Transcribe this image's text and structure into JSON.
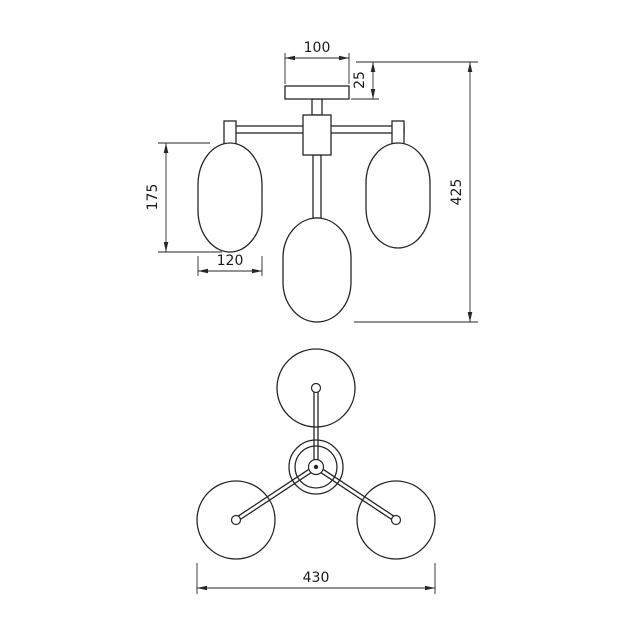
{
  "canvas": {
    "background": "#ffffff",
    "line_color": "#262626",
    "text_color": "#1a1a1a"
  },
  "front_view": {
    "dim_canopy_width": "100",
    "dim_canopy_drop": "25",
    "dim_shade_height": "175",
    "dim_shade_width": "120",
    "dim_overall_height": "425"
  },
  "plan_view": {
    "dim_overall_width": "430"
  }
}
